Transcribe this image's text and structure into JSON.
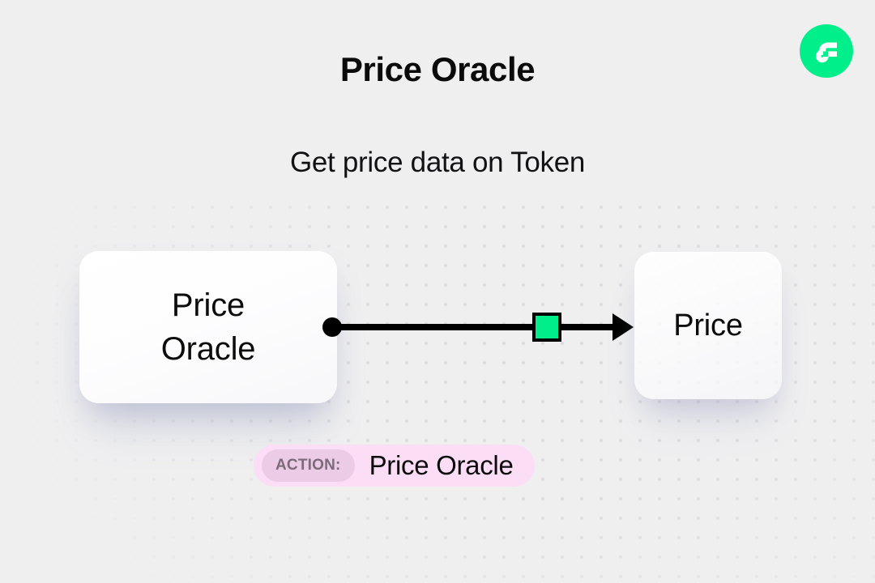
{
  "header": {
    "title": "Price Oracle",
    "subtitle": "Get price data on Token",
    "logo_icon": "flow-logo-icon",
    "logo_color": "#00EF8B"
  },
  "diagram": {
    "source_node": {
      "label": "Price\nOracle",
      "icon": "source-node"
    },
    "target_node": {
      "label": "Price",
      "icon": "target-node"
    },
    "connector": {
      "start_icon": "connector-start-dot",
      "end_icon": "connector-arrowhead",
      "marker_icon": "connector-flow-marker",
      "marker_color": "#00EF8B",
      "line_color": "#000000"
    }
  },
  "action_badge": {
    "chip_label": "ACTION:",
    "value": "Price Oracle",
    "background_color": "#FBDDF6",
    "chip_background_color": "#ECCBE6"
  },
  "theme": {
    "page_background": "#EFEFF0",
    "dot_color": "#DCDCDE",
    "text_color": "#0C0C0D"
  }
}
